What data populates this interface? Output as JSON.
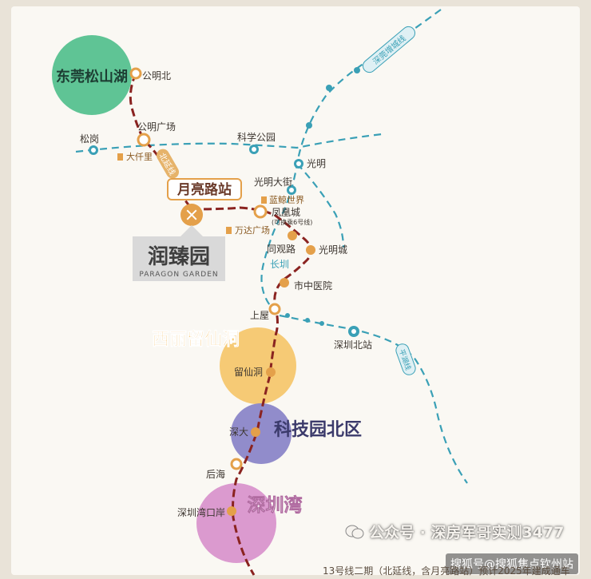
{
  "map": {
    "stations": {
      "gongming_north": "公明北",
      "gongming_square": "公明广场",
      "songgang": "松岗",
      "science_park": "科学公园",
      "guangming": "光明",
      "guangming_street": "光明大街",
      "fenghuang_city": "凤凰城",
      "fenghuang_note": "(可换乘6号线)",
      "tongguan_road": "同观路",
      "guangming_city": "光明城",
      "municipal_hospital": "市中医院",
      "changzhen": "长圳",
      "shangwu": "上屋",
      "shenzhen_north": "深圳北站",
      "liuxiandong": "留仙洞",
      "shenzhen_univ": "深大",
      "houhai": "后海",
      "shenzhen_bay_port": "深圳湾口岸",
      "yueliang_road": "月亮路站"
    },
    "landmarks": {
      "daqianli": "大仟里",
      "lanyue_world": "蓝鲸世界",
      "wanda_plaza": "万达广场"
    },
    "districts": {
      "songshan_lake": "东莞松山湖",
      "xili_liuxiandong": "西丽留仙洞",
      "science_park_north": "科技园北区",
      "shenzhen_bay": "深圳湾"
    },
    "line_tags": {
      "dongguan_line": "深莞增城线",
      "north_extension": "北延线",
      "extra_line": "平湖线"
    },
    "project": {
      "name": "润臻园",
      "name_en": "PARAGON GARDEN"
    }
  },
  "footer": {
    "caption": "13号线二期（北延线，含月亮路站）预计2025年建成通车",
    "watermark": "公众号 · 深房军哥实测3477",
    "sohu": "搜狐号@搜狐焦点钦州站"
  },
  "colors": {
    "background": "#e9e3d8",
    "line13": "#8a2320",
    "blue_line": "#3aa0b6",
    "station_orange": "#e4a04a",
    "songshan_circle": "#5fc495",
    "xili_circle": "#f5c56a",
    "keji_circle": "#8b86c8",
    "shenzhenwan_circle": "#d995cc"
  }
}
